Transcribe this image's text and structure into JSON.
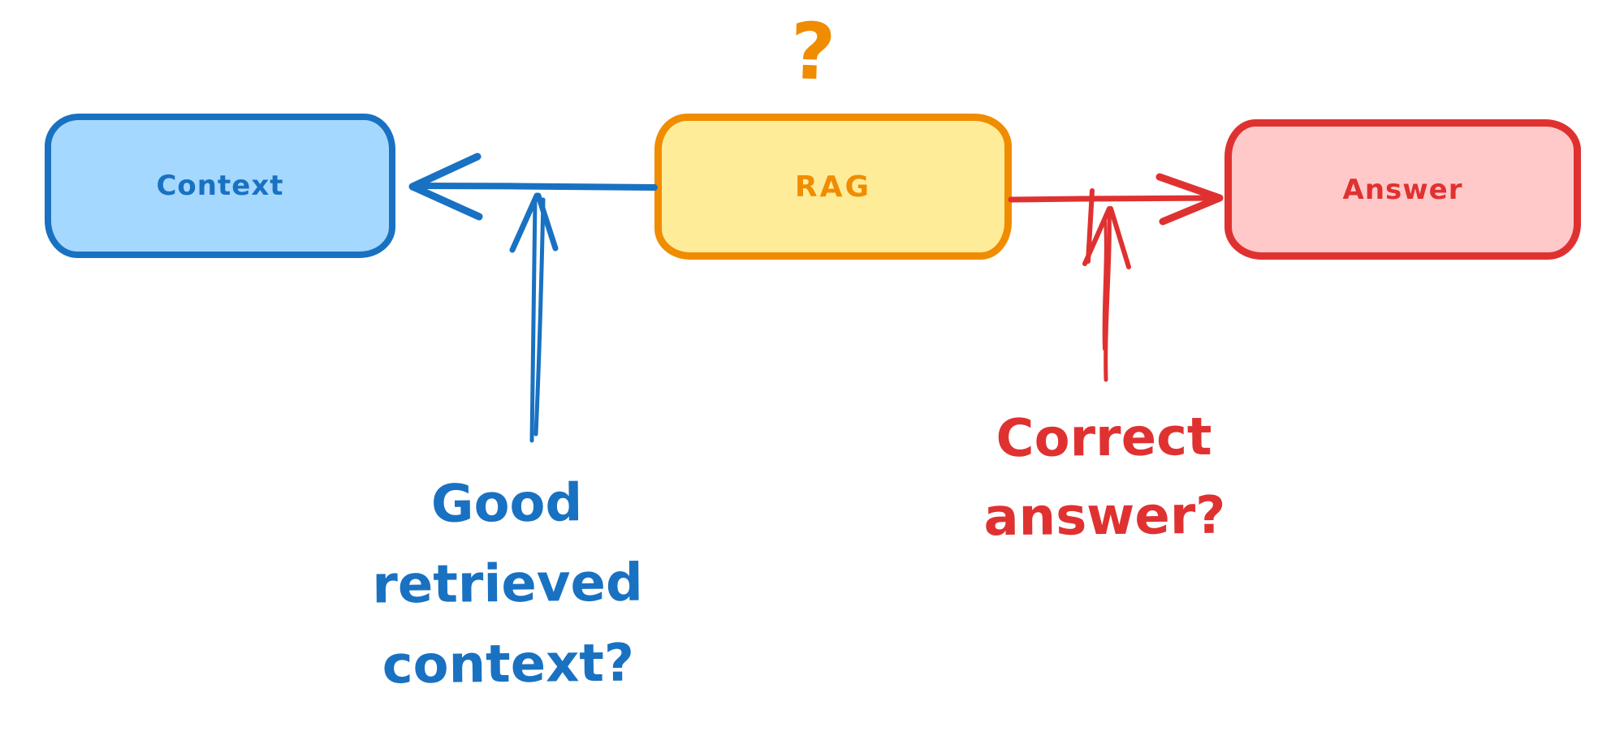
{
  "diagram": {
    "title_hint": "RAG evaluation sketch",
    "question_mark": "?",
    "nodes": [
      {
        "id": "context",
        "label": "Context"
      },
      {
        "id": "rag",
        "label": "RAG"
      },
      {
        "id": "answer",
        "label": "Answer"
      }
    ],
    "edges": [
      {
        "from": "rag",
        "to": "context",
        "color": "#1971c2",
        "style": "hand-drawn arrow pointing left"
      },
      {
        "from": "rag",
        "to": "answer",
        "color": "#e03131",
        "style": "hand-drawn arrow pointing right"
      }
    ],
    "annotations": [
      {
        "id": "retrieval-question",
        "color": "#1971c2",
        "points_at": "edge rag→context",
        "lines": [
          "Good",
          "retrieved",
          "context?"
        ]
      },
      {
        "id": "answer-question",
        "color": "#e03131",
        "points_at": "edge rag→answer",
        "lines": [
          "Correct",
          "answer?"
        ]
      }
    ]
  },
  "palette": {
    "blue_stroke": "#1971c2",
    "blue_fill": "#a5d8ff",
    "orange_stroke": "#f08c00",
    "yellow_fill": "#ffec99",
    "red_stroke": "#e03131",
    "pink_fill": "#ffc9c9",
    "background": "#ffffff"
  }
}
